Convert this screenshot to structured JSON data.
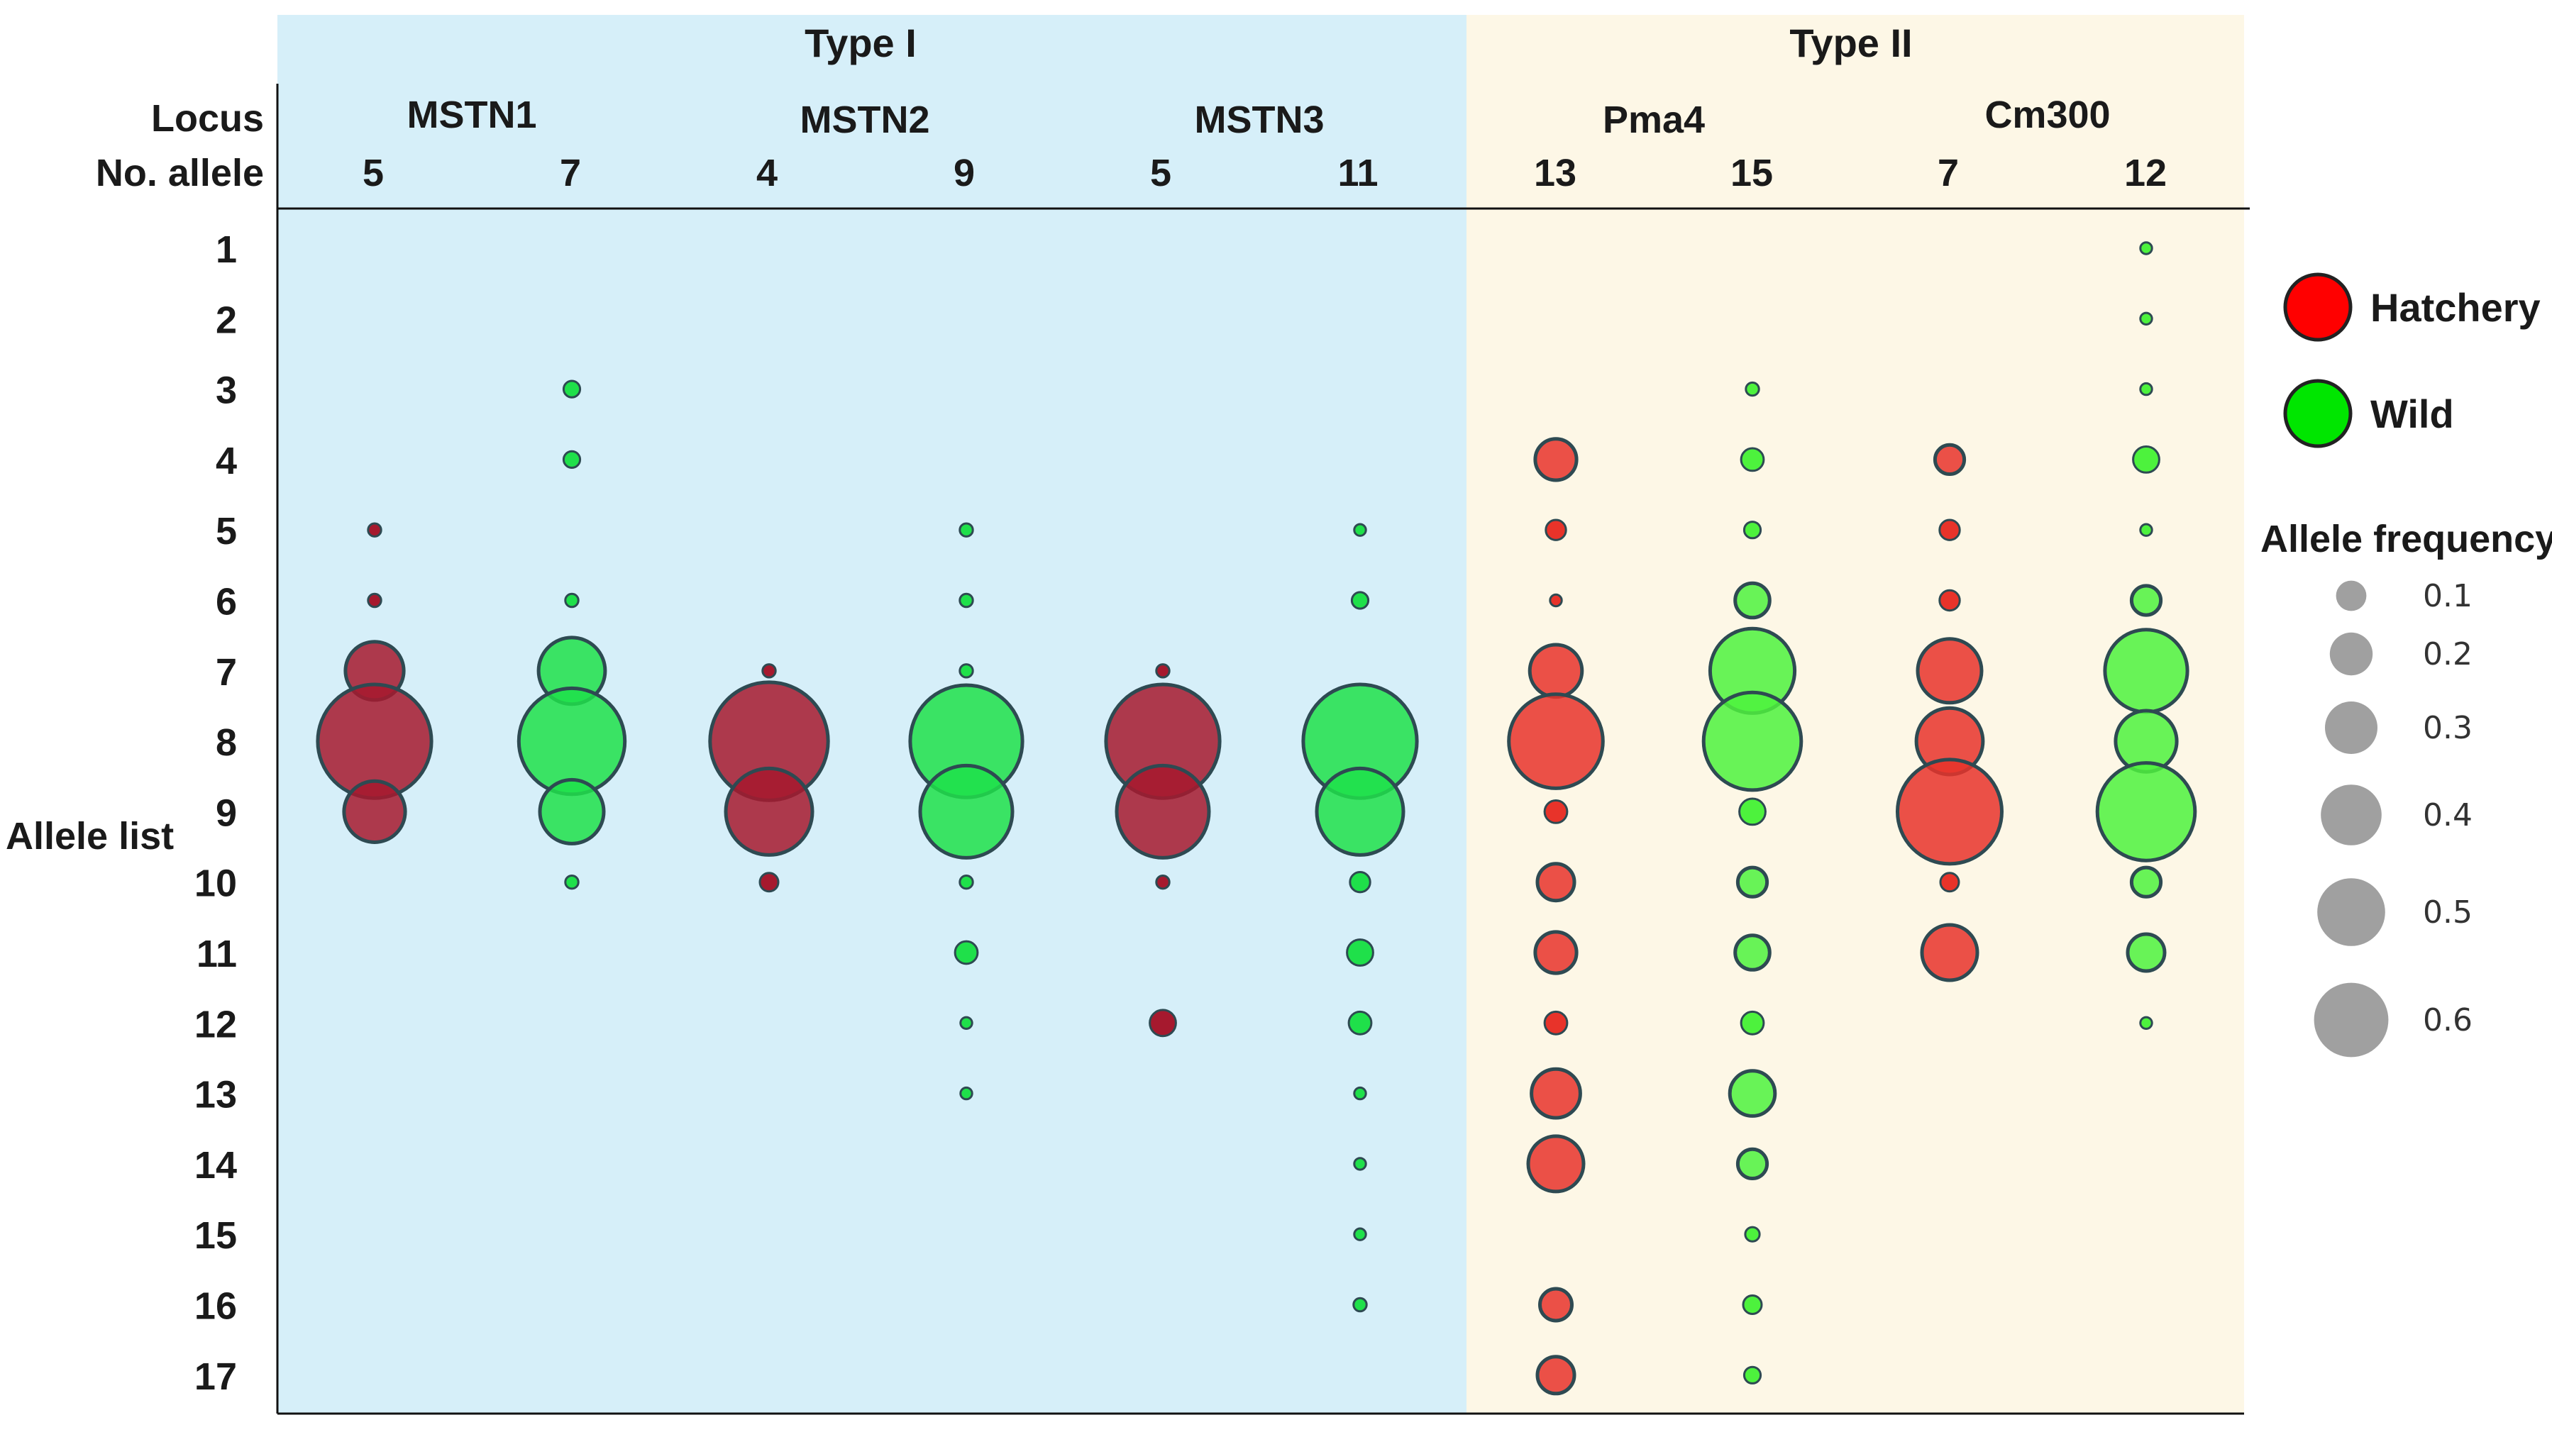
{
  "chart_data": {
    "type": "scatter",
    "subtype": "bubble-matrix",
    "groups": [
      {
        "label": "Type I",
        "color": "#d6eff9"
      },
      {
        "label": "Type II",
        "color": "#fdf7e6"
      }
    ],
    "locus_header": "Locus",
    "allele_count_header": "No. allele",
    "y_axis_label": "Allele list",
    "rows": [
      "1",
      "2",
      "3",
      "4",
      "5",
      "6",
      "7",
      "8",
      "9",
      "10",
      "11",
      "12",
      "13",
      "14",
      "15",
      "16",
      "17"
    ],
    "loci": [
      {
        "name": "MSTN1",
        "group": "Type I"
      },
      {
        "name": "MSTN2",
        "group": "Type I"
      },
      {
        "name": "MSTN3",
        "group": "Type I"
      },
      {
        "name": "Pma4",
        "group": "Type II"
      },
      {
        "name": "Cm300",
        "group": "Type II"
      }
    ],
    "columns": [
      {
        "locus": "MSTN1",
        "population": "Hatchery",
        "n_alleles": "5",
        "freqs": [
          0,
          0,
          0,
          0,
          0.005,
          0.005,
          0.1,
          0.38,
          0.11,
          0,
          0,
          0,
          0,
          0,
          0,
          0,
          0
        ]
      },
      {
        "locus": "MSTN1",
        "population": "Wild",
        "n_alleles": "7",
        "freqs": [
          0,
          0,
          0.008,
          0.008,
          0,
          0.005,
          0.13,
          0.33,
          0.12,
          0.005,
          0,
          0,
          0,
          0,
          0,
          0,
          0,
          0
        ]
      },
      {
        "locus": "MSTN2",
        "population": "Hatchery",
        "n_alleles": "4",
        "freqs": [
          0,
          0,
          0,
          0,
          0,
          0,
          0.005,
          0.41,
          0.22,
          0.01,
          0,
          0,
          0,
          0,
          0,
          0,
          0
        ]
      },
      {
        "locus": "MSTN2",
        "population": "Wild",
        "n_alleles": "9",
        "freqs": [
          0,
          0,
          0,
          0,
          0.005,
          0.005,
          0.005,
          0.37,
          0.25,
          0.005,
          0.015,
          0.004,
          0.004,
          0,
          0,
          0,
          0
        ]
      },
      {
        "locus": "MSTN3",
        "population": "Hatchery",
        "n_alleles": "5",
        "freqs": [
          0,
          0,
          0,
          0,
          0,
          0,
          0.005,
          0.38,
          0.25,
          0.005,
          0,
          0.02,
          0,
          0,
          0,
          0,
          0
        ]
      },
      {
        "locus": "MSTN3",
        "population": "Wild",
        "n_alleles": "11",
        "freqs": [
          0,
          0,
          0,
          0,
          0.004,
          0.008,
          0,
          0.38,
          0.22,
          0.012,
          0.02,
          0.015,
          0.004,
          0.004,
          0.004,
          0.005,
          0
        ]
      },
      {
        "locus": "Pma4",
        "population": "Hatchery",
        "n_alleles": "13",
        "freqs": [
          0,
          0,
          0,
          0.05,
          0.012,
          0.004,
          0.08,
          0.26,
          0.015,
          0.04,
          0.05,
          0.015,
          0.07,
          0.09,
          0,
          0.03,
          0.04
        ]
      },
      {
        "locus": "Pma4",
        "population": "Wild",
        "n_alleles": "15",
        "freqs": [
          0,
          0,
          0.005,
          0.015,
          0.008,
          0.035,
          0.21,
          0.28,
          0.02,
          0.025,
          0.035,
          0.015,
          0.06,
          0.025,
          0.006,
          0.01,
          0.008
        ]
      },
      {
        "locus": "Cm300",
        "population": "Hatchery",
        "n_alleles": "7",
        "freqs": [
          0,
          0,
          0,
          0.025,
          0.012,
          0.012,
          0.12,
          0.13,
          0.32,
          0.01,
          0.09,
          0,
          0,
          0,
          0,
          0,
          0
        ]
      },
      {
        "locus": "Cm300",
        "population": "Wild",
        "n_alleles": "12",
        "freqs": [
          0.004,
          0.004,
          0.004,
          0.02,
          0.004,
          0.025,
          0.2,
          0.11,
          0.28,
          0.025,
          0.04,
          0.004,
          0,
          0,
          0,
          0,
          0
        ]
      }
    ],
    "legend": {
      "position": "right",
      "populations": [
        {
          "label": "Hatchery",
          "color": "#ff0000"
        },
        {
          "label": "Wild",
          "color": "#00e600"
        }
      ],
      "size_title": "Allele frequency",
      "size_values": [
        {
          "label": "0.1",
          "value": 0.1
        },
        {
          "label": "0.2",
          "value": 0.2
        },
        {
          "label": "0.3",
          "value": 0.3
        },
        {
          "label": "0.4",
          "value": 0.4
        },
        {
          "label": "0.5",
          "value": 0.5
        },
        {
          "label": "0.6",
          "value": 0.6
        }
      ]
    },
    "colors": {
      "hatchery_type1": "#a6192e",
      "wild_type1": "#1fe04a",
      "hatchery_type2": "#e8332a",
      "wild_type2": "#4df23d",
      "outline": "#2e4a52",
      "size_key": "#a0a0a0"
    }
  }
}
